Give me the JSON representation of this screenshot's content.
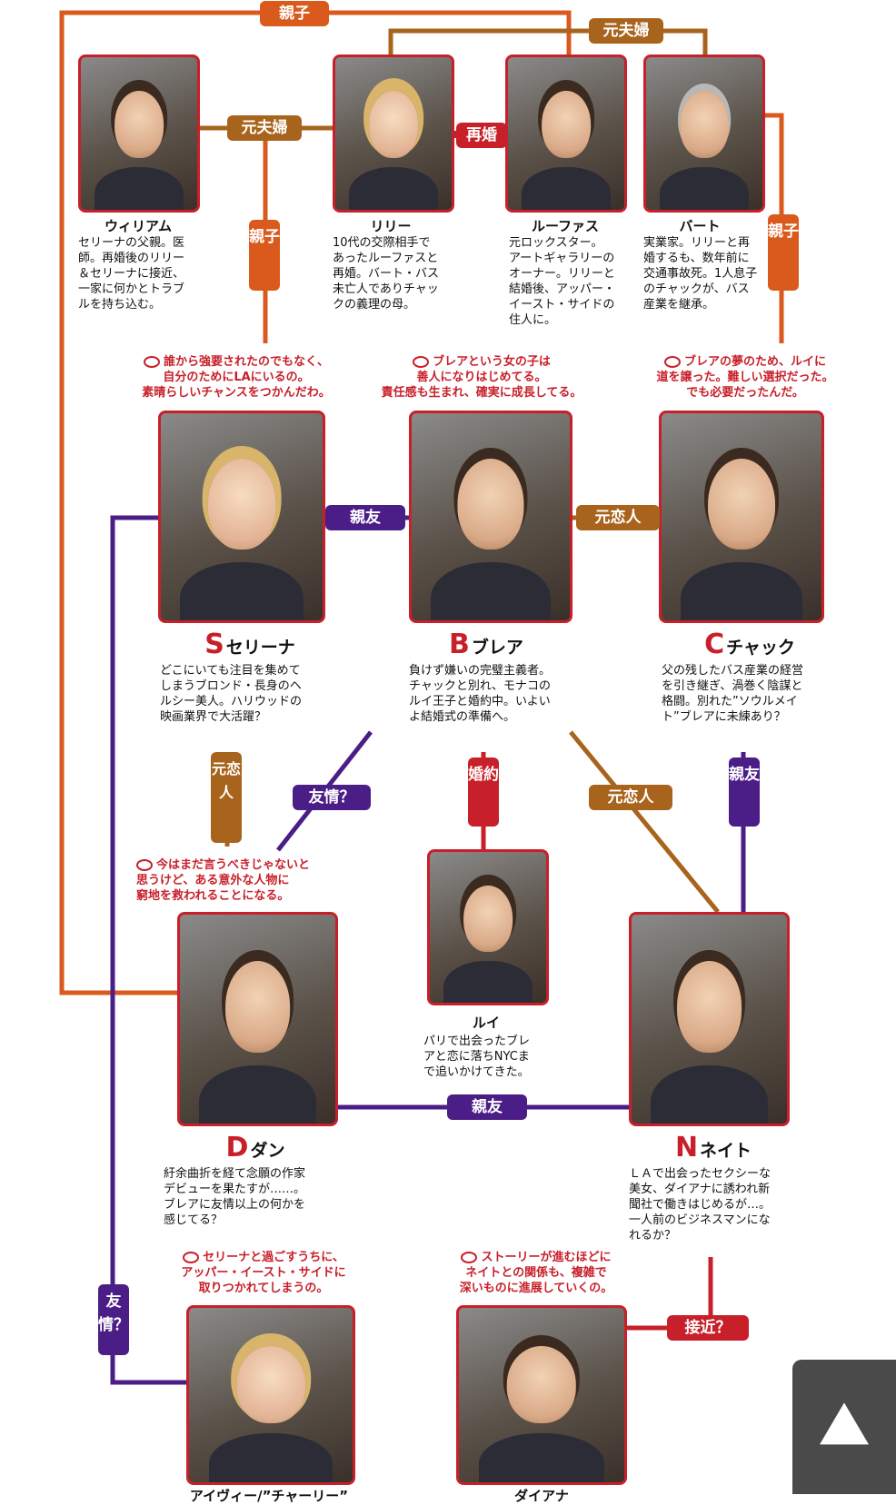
{
  "relations": {
    "oyako_top": "親子",
    "motofufu_top": "元夫婦",
    "motofufu_left": "元夫婦",
    "saikon": "再婚",
    "oyako_left": "親子",
    "oyako_right": "親子",
    "shinyu_sb": "親友",
    "motokoibito_bc": "元恋人",
    "motokoibito_sd": "元恋人",
    "yujo_bd": "友情？",
    "konyaku": "婚約",
    "motokoibito_bn": "元恋人",
    "shinyu_cn": "親友",
    "shinyu_dn": "親友",
    "yujo_ivy": "友情？",
    "sekkin": "接近？"
  },
  "characters": {
    "william": {
      "name": "ウィリアム",
      "desc": [
        "セリーナの父親。医",
        "師。再婚後のリリー",
        "＆セリーナに接近、",
        "一家に何かとトラブ",
        "ルを持ち込む。"
      ]
    },
    "lily": {
      "name": "リリー",
      "desc": [
        "10代の交際相手で",
        "あったルーファスと",
        "再婚。バート・バス",
        "未亡人でありチャッ",
        "クの義理の母。"
      ]
    },
    "rufus": {
      "name": "ルーファス",
      "desc": [
        "元ロックスター。",
        "アートギャラリーの",
        "オーナー。リリーと",
        "結婚後、アッパー・",
        "イースト・サイドの",
        "住人に。"
      ]
    },
    "bart": {
      "name": "バート",
      "desc": [
        "実業家。リリーと再",
        "婚するも、数年前に",
        "交通事故死。1人息子",
        "のチャックが、バス",
        "産業を継承。"
      ]
    },
    "serena": {
      "initial": "S",
      "name": "セリーナ",
      "quote": [
        "誰から強要されたのでもなく、",
        "自分のためにLAにいるの。",
        "素晴らしいチャンスをつかんだわ。"
      ],
      "desc": [
        "どこにいても注目を集めて",
        "しまうブロンド・長身のヘ",
        "ルシー美人。ハリウッドの",
        "映画業界で大活躍？"
      ]
    },
    "blair": {
      "initial": "B",
      "name": "ブレア",
      "quote": [
        "ブレアという女の子は",
        "善人になりはじめてる。",
        "責任感も生まれ、確実に成長してる。"
      ],
      "desc": [
        "負けず嫌いの完璧主義者。",
        "チャックと別れ、モナコの",
        "ルイ王子と婚約中。いよい",
        "よ結婚式の準備へ。"
      ]
    },
    "chuck": {
      "initial": "C",
      "name": "チャック",
      "quote": [
        "ブレアの夢のため、ルイに",
        "道を譲った。難しい選択だった。",
        "でも必要だったんだ。"
      ],
      "desc": [
        "父の残したバス産業の経営",
        "を引き継ぎ、渦巻く陰謀と",
        "格闘。別れた”ソウルメイ",
        "ト”ブレアに未練あり？"
      ]
    },
    "dan": {
      "initial": "D",
      "name": "ダン",
      "quote": [
        "今はまだ言うべきじゃないと",
        "思うけど、ある意外な人物に",
        "窮地を救われることになる。"
      ],
      "desc": [
        "紆余曲折を経て念願の作家",
        "デビューを果たすが……。",
        "ブレアに友情以上の何かを",
        "感じてる？"
      ]
    },
    "louis": {
      "name": "ルイ",
      "desc": [
        "パリで出会ったブレ",
        "アと恋に落ちNYCま",
        "で追いかけてきた。"
      ]
    },
    "nate": {
      "initial": "N",
      "name": "ネイト",
      "desc": [
        "ＬＡで出会ったセクシーな",
        "美女、ダイアナに誘われ新",
        "聞社で働きはじめるが…。",
        "一人前のビジネスマンにな",
        "れるか？"
      ]
    },
    "ivy": {
      "name": "アイヴィー/”チャーリー”",
      "quote": [
        "セリーナと過ごすうちに、",
        "アッパー・イースト・サイドに",
        "取りつかれてしまうの。"
      ]
    },
    "diana": {
      "name": "ダイアナ",
      "quote": [
        "ストーリーが進むほどに",
        "ネイトとの関係も、複雑で",
        "深いものに進展していくの。"
      ]
    }
  },
  "colors": {
    "orange": "#d95a1c",
    "brown": "#a8641c",
    "red": "#c8202a",
    "purple": "#4b1d86"
  },
  "scroll_top_icon": "triangle-up-icon"
}
